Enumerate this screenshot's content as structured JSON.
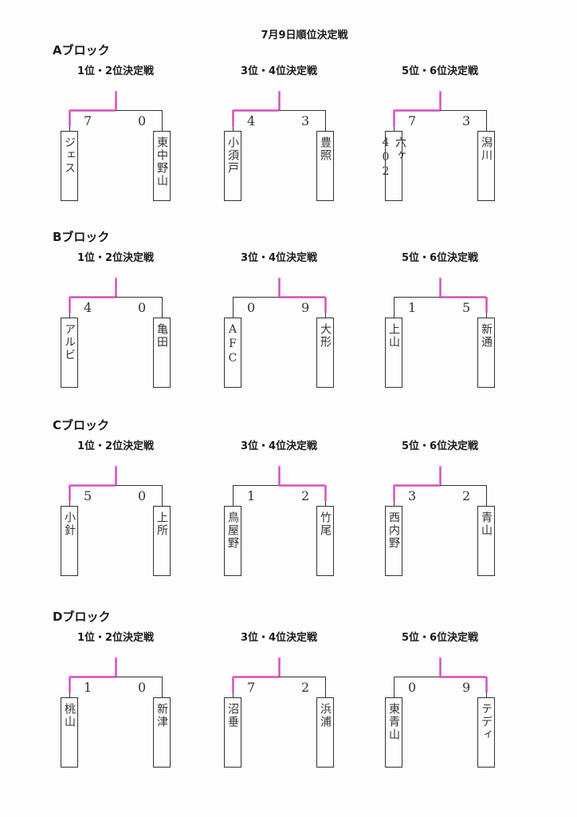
{
  "title": "7月9日順位決定戦",
  "blocks": [
    {
      "label": "Aブロック",
      "matches": [
        {
          "title": "1位・2位決定戦",
          "team1": "ジェス",
          "team2": "東中野山",
          "score1": "7",
          "score2": "0",
          "winner": 1
        },
        {
          "title": "3位・4位決定戦",
          "team1": "小須戸",
          "team2": "豊照",
          "score1": "4",
          "score2": "3",
          "winner": 1
        },
        {
          "title": "5位・6位決定戦",
          "team1": "六ヶ402",
          "team2": "潟川",
          "score1": "7",
          "score2": "3",
          "winner": 1
        }
      ]
    },
    {
      "label": "Bブロック",
      "matches": [
        {
          "title": "1位・2位決定戦",
          "team1": "アルビ",
          "team2": "亀田",
          "score1": "4",
          "score2": "0",
          "winner": 1
        },
        {
          "title": "3位・4位決定戦",
          "team1": "AFC",
          "team2": "大形",
          "score1": "0",
          "score2": "9",
          "winner": 2
        },
        {
          "title": "5位・6位決定戦",
          "team1": "上山",
          "team2": "新通",
          "score1": "1",
          "score2": "5",
          "winner": 2
        }
      ]
    },
    {
      "label": "Cブロック",
      "matches": [
        {
          "title": "1位・2位決定戦",
          "team1": "小針",
          "team2": "上所",
          "score1": "5",
          "score2": "0",
          "winner": 1
        },
        {
          "title": "3位・4位決定戦",
          "team1": "鳥屋野",
          "team2": "竹尾",
          "score1": "1",
          "score2": "2",
          "winner": 2
        },
        {
          "title": "5位・6位決定戦",
          "team1": "西内野",
          "team2": "青山",
          "score1": "3",
          "score2": "2",
          "winner": 1
        }
      ]
    },
    {
      "label": "Dブロック",
      "matches": [
        {
          "title": "1位・2位決定戦",
          "team1": "桃山",
          "team2": "新津",
          "score1": "1",
          "score2": "0",
          "winner": 1
        },
        {
          "title": "3位・4位決定戦",
          "team1": "沼垂",
          "team2": "浜浦",
          "score1": "7",
          "score2": "2",
          "winner": 1
        },
        {
          "title": "5位・6位決定戦",
          "team1": "東青山",
          "team2": "テディ",
          "score1": "0",
          "score2": "9",
          "winner": 2
        }
      ]
    }
  ],
  "colors": {
    "winner_highlight": "#e060c8",
    "line": "#333333"
  }
}
